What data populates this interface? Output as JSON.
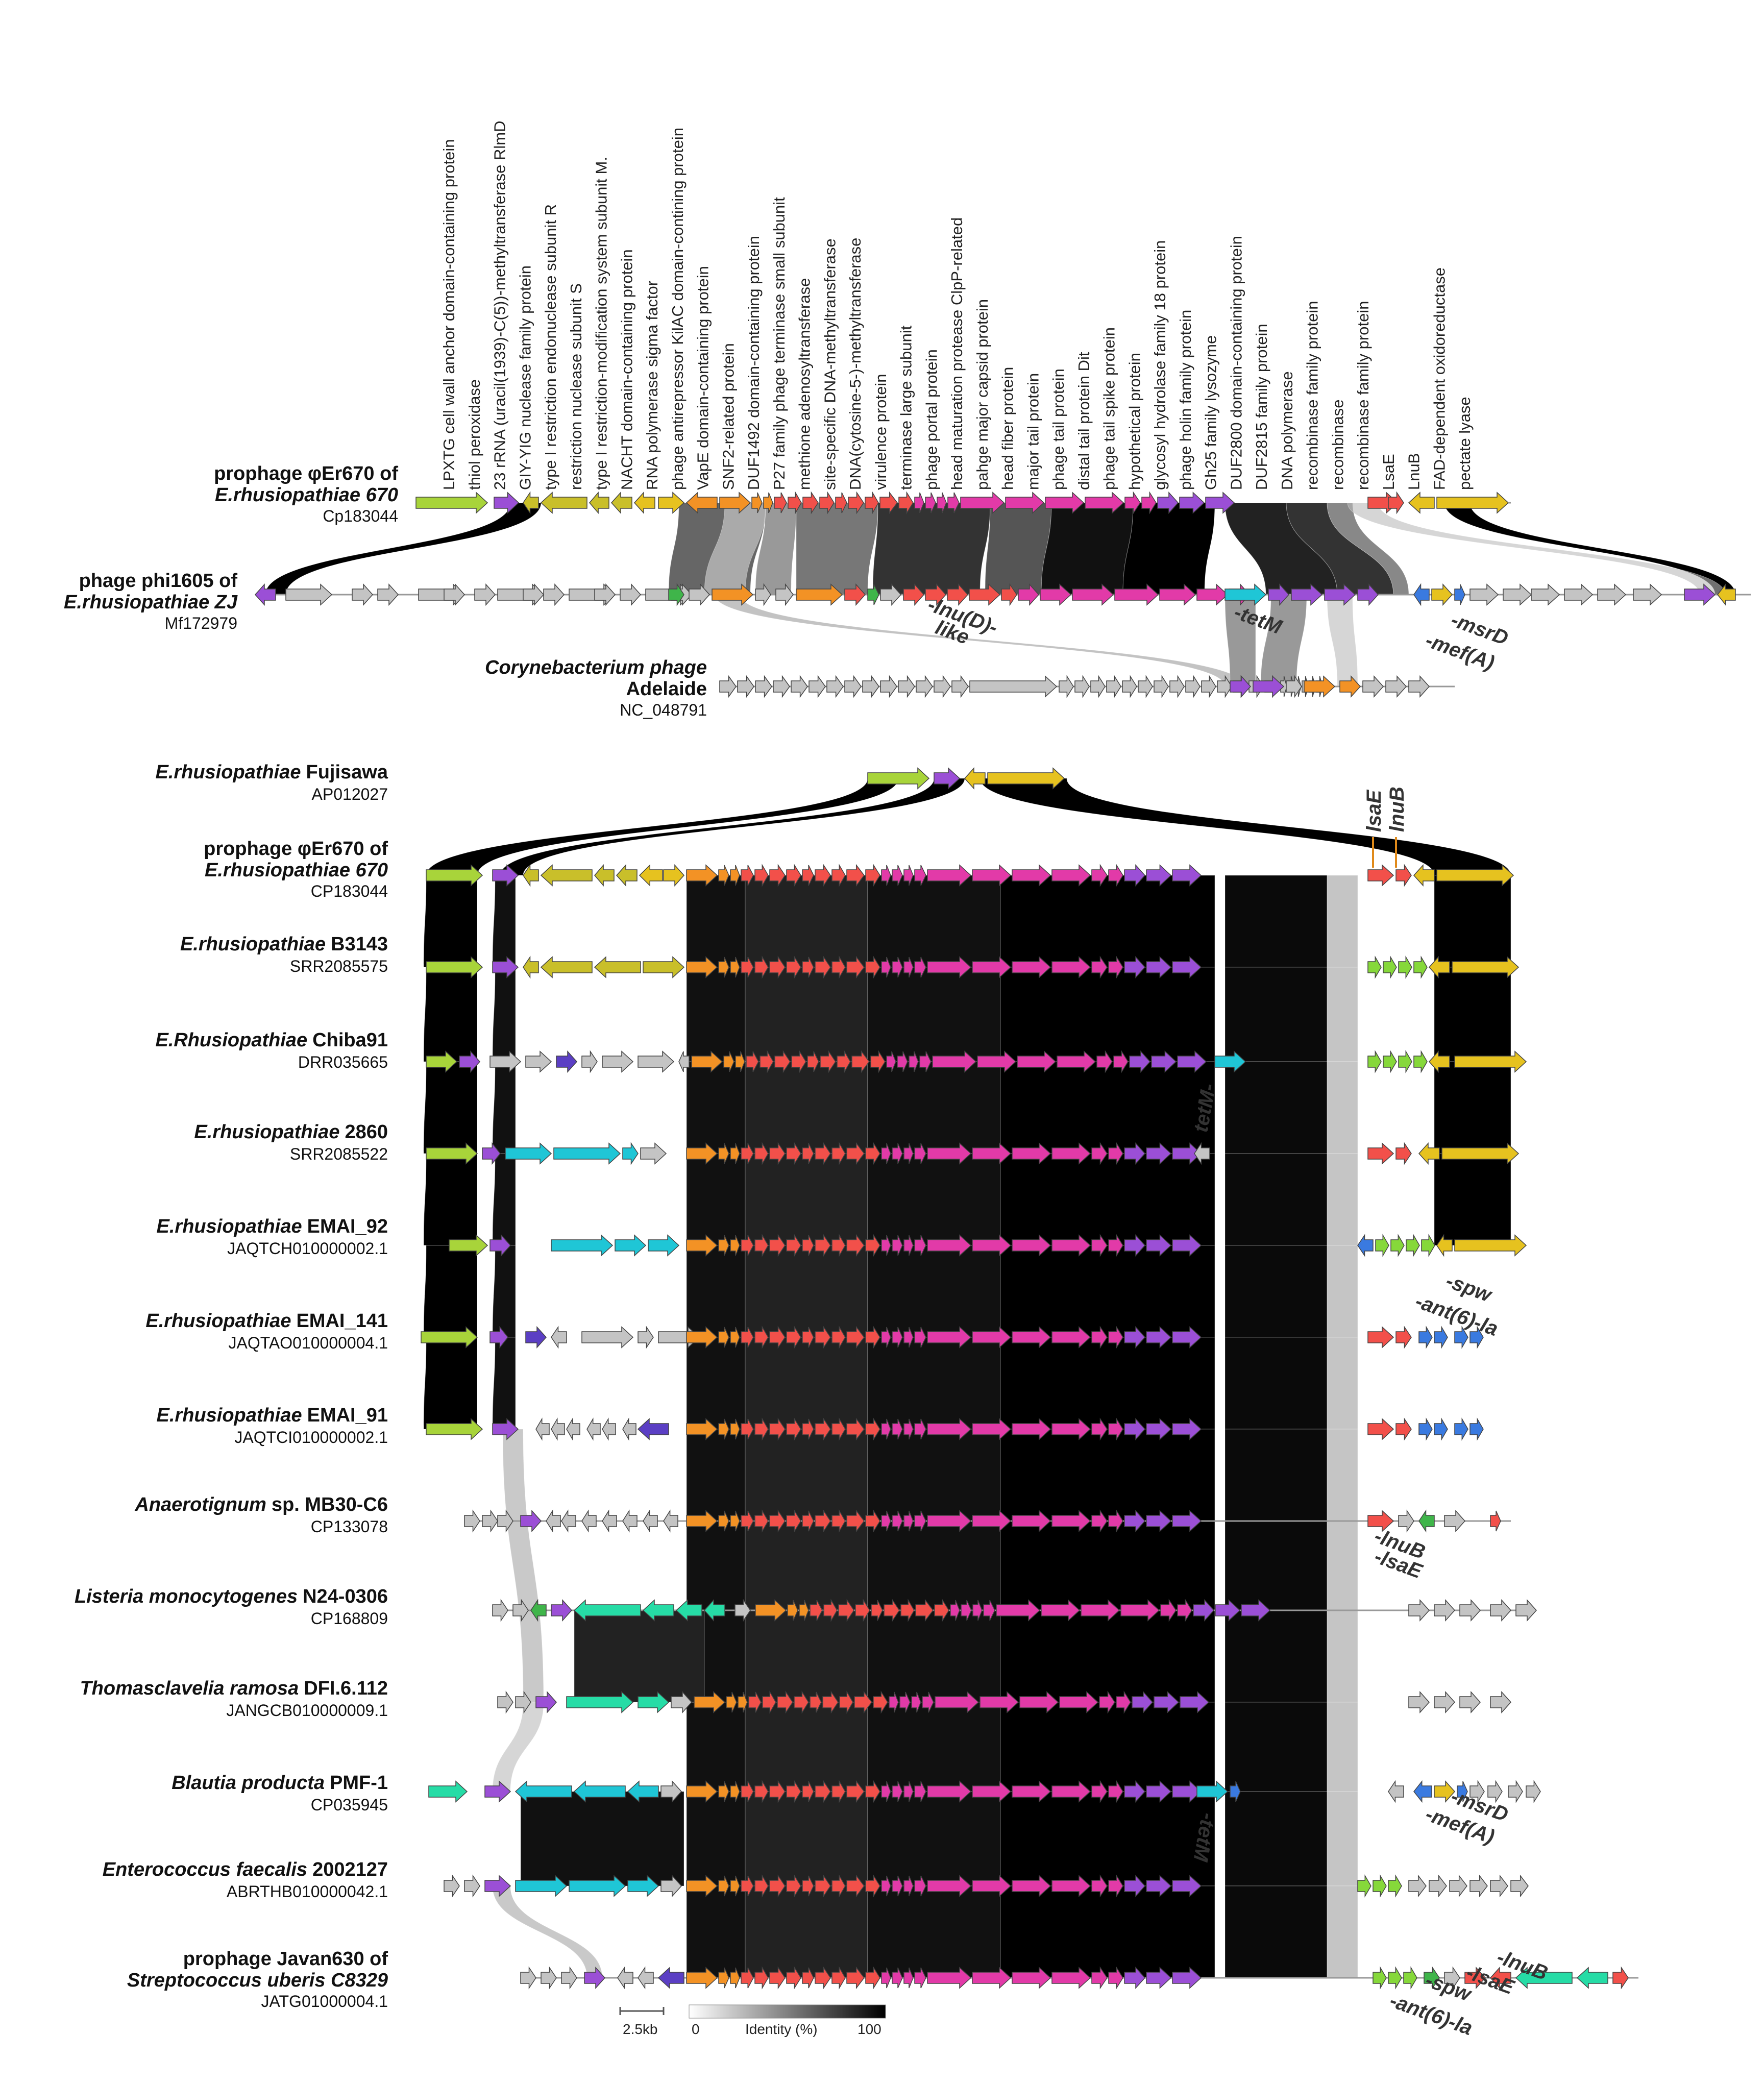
{
  "palette": {
    "olive": "#a8d43a",
    "purple": "#9b4fd6",
    "gold": "#e6c21f",
    "mustard": "#c9bf2a",
    "orange": "#f39225",
    "red": "#f2504a",
    "magenta": "#e23aa8",
    "grey": "#c4c4c4",
    "cyan": "#1fc6d6",
    "blue": "#3a7ae0",
    "green": "#3fb54a",
    "teal": "#26dca6",
    "darkblue": "#5b3fc4",
    "lime": "#86d83a"
  },
  "top_panel": {
    "annotations": [
      "LPXTG cell wall anchor domain-containing protein",
      "thiol peroxidase",
      "23 rRNA (uracil(1939)-C(5))-methyltransferase RlmD",
      "GIY-YIG nuclease family protein",
      "type I restriction endonuclease subunit R",
      "restriction nuclease subunit S",
      "type I restriction-modification system subunit M.",
      "NACHT domain-containing protein",
      "RNA polymerase sigma factor",
      "phage antirepressor KilAC domain-contining protein",
      "VapE domain-containing protein",
      "SNF2-related protein",
      "DUF1492 domain-containing protein",
      "P27 family phage terminase small subunit",
      "methione adenosyltransferase",
      "site-specific DNA-methyltransferase",
      "DNA(cytosine-5-)-methyltransferase",
      "virulence protein",
      "terminase large subunit",
      "phage portal protein",
      "head maturation protease ClpP-related",
      "pahge major capsid protein",
      "head fiber protein",
      "major tail protein",
      "phage tail protein",
      "distal tail protein Dit",
      "phage tail spike protein",
      "hypothetical protein",
      "glycosyl hydrolase family 18 protein",
      "phage holin family protein",
      "Gh25 family lysozyme",
      "DUF2800 domain-containing protein",
      "DUF2815 family protein",
      "DNA polymerase",
      "recombinase family protein",
      "recombinase",
      "recombinase family protein",
      "LsaE",
      "LnuB",
      "FAD-dependent oxidoreductase",
      "pectate lyase"
    ],
    "tracks": [
      {
        "name1": "prophage φEr670 of",
        "name2": "E.rhusiopathiae 670",
        "acc": "Cp183044"
      },
      {
        "name1": "phage phi1605 of",
        "name2": "E.rhusiopathiae ZJ",
        "acc": "Mf172979"
      },
      {
        "name1": "Corynebacterium phage",
        "name2": "Adelaide",
        "acc": "NC_048791"
      }
    ],
    "gene_labels": [
      "-lnu(D)-like",
      "-tetM",
      "-msrD",
      "-mef(A)"
    ]
  },
  "bottom_panel": {
    "tracks": [
      {
        "species": "E.rhusiopathiae",
        "strain": "Fujisawa",
        "acc": "AP012027"
      },
      {
        "species": "prophage φEr670 of",
        "strain": "E.rhusiopathiae  670",
        "acc": "CP183044"
      },
      {
        "species": "E.rhusiopathiae",
        "strain": "B3143",
        "acc": "SRR2085575"
      },
      {
        "species": "E.Rhusiopathiae",
        "strain": "Chiba91",
        "acc": "DRR035665"
      },
      {
        "species": "E.rhusiopathiae",
        "strain": "2860",
        "acc": "SRR2085522"
      },
      {
        "species": "E.rhusiopathiae",
        "strain": "EMAI_92",
        "acc": "JAQTCH010000002.1"
      },
      {
        "species": "E.rhusiopathiae",
        "strain": "EMAI_141",
        "acc": "JAQTAO010000004.1"
      },
      {
        "species": "E.rhusiopathiae",
        "strain": "EMAI_91",
        "acc": "JAQTCI010000002.1"
      },
      {
        "species": "Anaerotignum",
        "strain": "sp. MB30-C6",
        "acc": "CP133078"
      },
      {
        "species": "Listeria monocytogenes",
        "strain": "N24-0306",
        "acc": "CP168809"
      },
      {
        "species": "Thomasclavelia ramosa",
        "strain": "DFI.6.112",
        "acc": "JANGCB010000009.1"
      },
      {
        "species": "Blautia producta",
        "strain": "PMF-1",
        "acc": "CP035945"
      },
      {
        "species": "Enterococcus faecalis",
        "strain": "2002127",
        "acc": "ABRTHB010000042.1"
      },
      {
        "species": "prophage Javan630 of",
        "strain": "Streptococcus uberis C8329",
        "acc": "JATG01000004.1"
      }
    ],
    "gene_labels": {
      "lsaE": "lsaE",
      "lnuB": "lnuB",
      "tetM_chiba": "tetM-",
      "spw": "-spw",
      "ant6": "-ant(6)-la",
      "lnuB2": "-lnuB",
      "lsaE2": "-lsaE",
      "tetM_blautia": "-tetM",
      "msrD": "-msrD",
      "mefA": "-mef(A)",
      "spw2": "-spw",
      "ant6b": "-ant(6)-la",
      "lsaE3": "-lsaE",
      "lnuB3": "-lnuB"
    }
  },
  "legend": {
    "scale_label": "2.5kb",
    "identity_min": "0",
    "identity_label": "Identity (%)",
    "identity_max": "100"
  }
}
